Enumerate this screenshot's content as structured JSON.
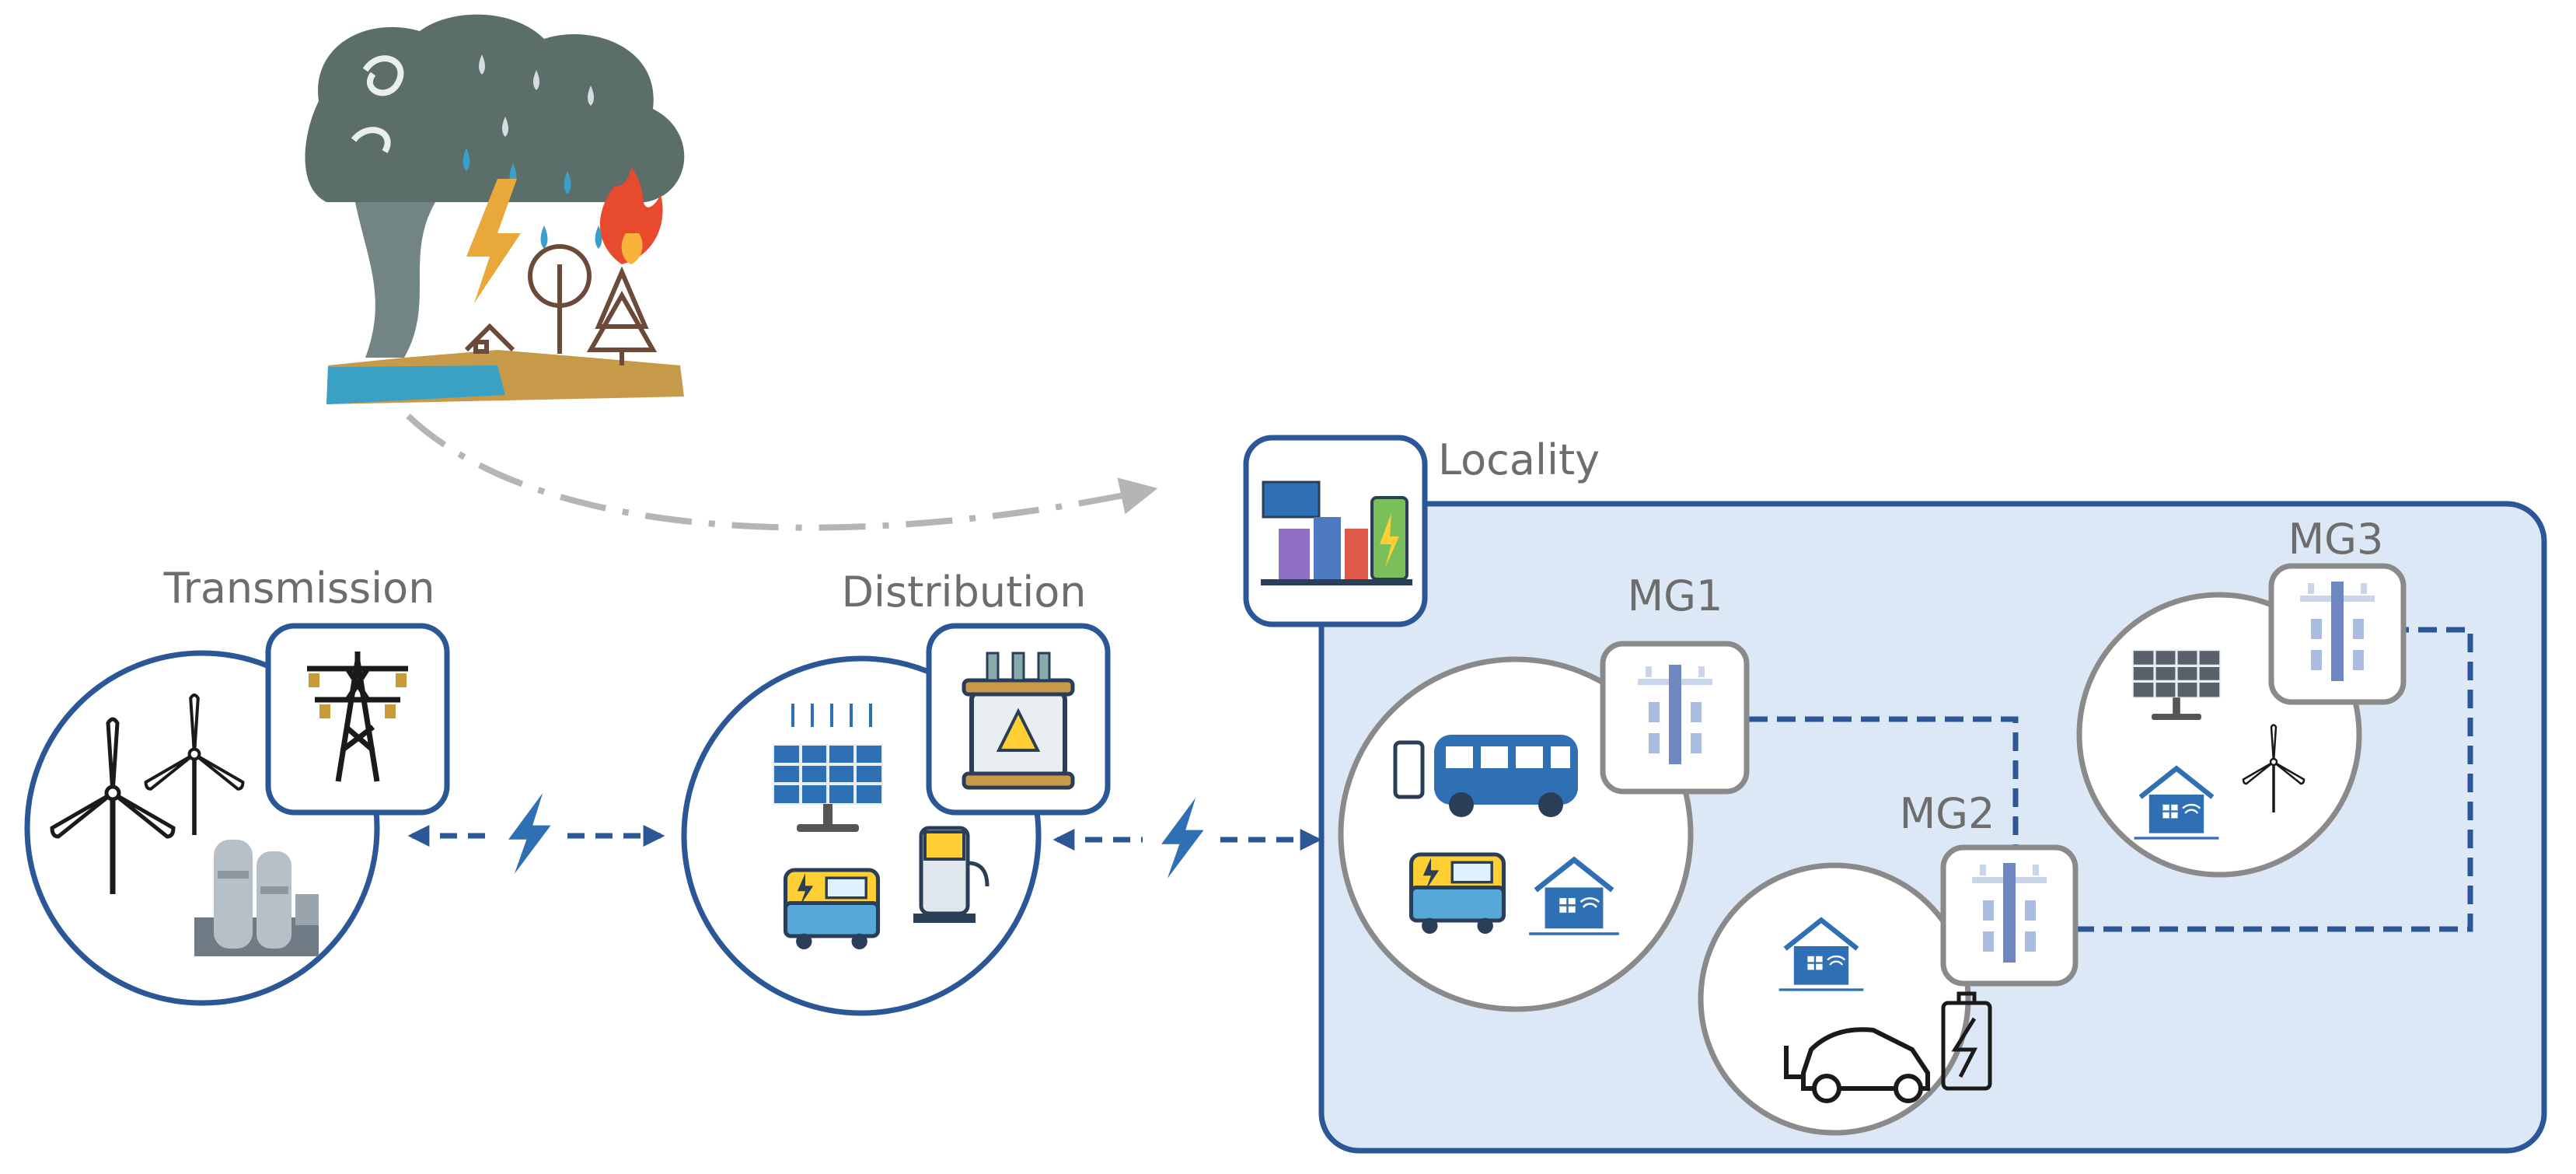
{
  "labels": {
    "transmission": "Transmission",
    "distribution": "Distribution",
    "locality": "Locality",
    "mg1": "MG1",
    "mg2": "MG2",
    "mg3": "MG3"
  },
  "colors": {
    "primary_blue": "#2b5797",
    "icon_blue": "#2f6fb3",
    "locality_fill": "#dde8f6",
    "node_border_grey": "#8a8a8a",
    "label_grey": "#6d6d6d",
    "hazard_arrow_grey": "#b5b5b5"
  },
  "icons": {
    "hazard": "storm-hazard-icon",
    "transmission": [
      "wind-turbine-icon",
      "power-plant-icon",
      "transmission-tower-icon"
    ],
    "distribution": [
      "solar-panel-icon",
      "generator-icon",
      "ev-charger-icon",
      "transformer-icon"
    ],
    "locality": [
      "smart-city-icon"
    ],
    "mg1": [
      "bus-icon",
      "generator-icon",
      "smart-home-icon",
      "switch-pole-icon"
    ],
    "mg2": [
      "smart-home-icon",
      "electric-car-icon",
      "battery-icon",
      "switch-pole-icon"
    ],
    "mg3": [
      "solar-panel-icon",
      "smart-home-icon",
      "wind-turbine-icon",
      "switch-pole-icon"
    ]
  }
}
